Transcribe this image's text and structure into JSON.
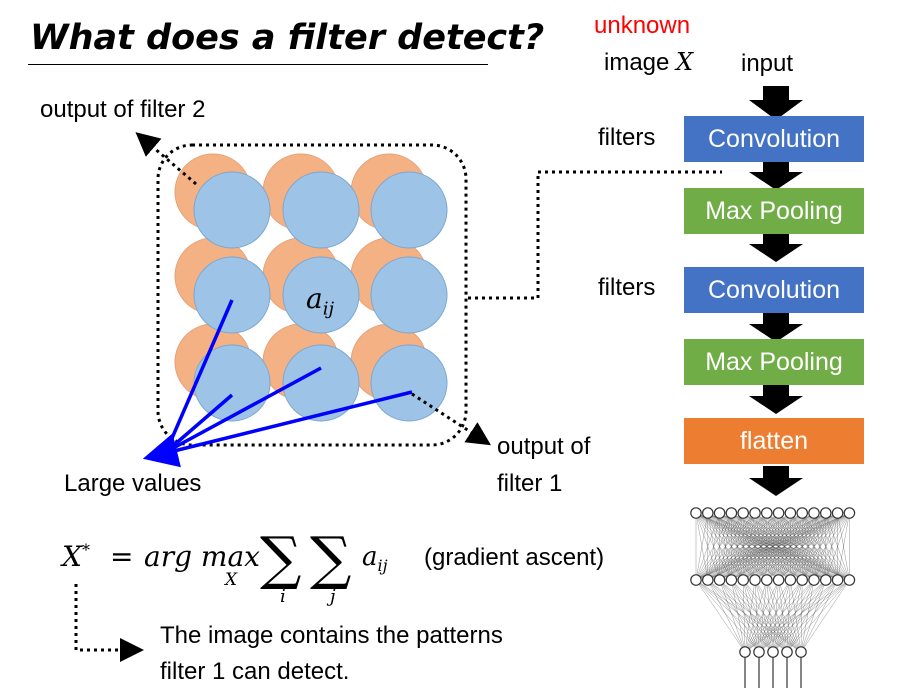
{
  "slide": {
    "title": "What does a filter detect?"
  },
  "left_panel": {
    "output_filter2_label": "output of filter 2",
    "aij_label": "a",
    "aij_sub": "ij",
    "output_filter1_line1": "output of",
    "output_filter1_line2": "filter 1",
    "large_values_label": "Large values"
  },
  "equation": {
    "lhs": "X",
    "star": "*",
    "equals": "=",
    "argmax": "arg max",
    "argmax_sub": "X",
    "sum1_sub": "i",
    "sum2_sub": "j",
    "term": "a",
    "term_sub": "ij",
    "note": "(gradient ascent)"
  },
  "conclusion": {
    "line1": "The image contains the patterns",
    "line2": "filter 1 can detect."
  },
  "pipeline": {
    "unknown_label": "unknown",
    "image_label": "image",
    "image_var": "X",
    "input_label": "input",
    "filters_label": "filters",
    "stages": [
      {
        "label": "Convolution",
        "kind": "conv"
      },
      {
        "label": "Max Pooling",
        "kind": "pool"
      },
      {
        "label": "Convolution",
        "kind": "conv"
      },
      {
        "label": "Max Pooling",
        "kind": "pool"
      },
      {
        "label": "flatten",
        "kind": "flat"
      }
    ]
  },
  "colors": {
    "conv": "#4472c4",
    "pool": "#70ad47",
    "flatten": "#ed7d31",
    "filter1_circle": "#9dc3e6",
    "filter2_circle": "#f4b183",
    "highlight_line": "#0000ff",
    "unknown_text": "#ff0000"
  }
}
